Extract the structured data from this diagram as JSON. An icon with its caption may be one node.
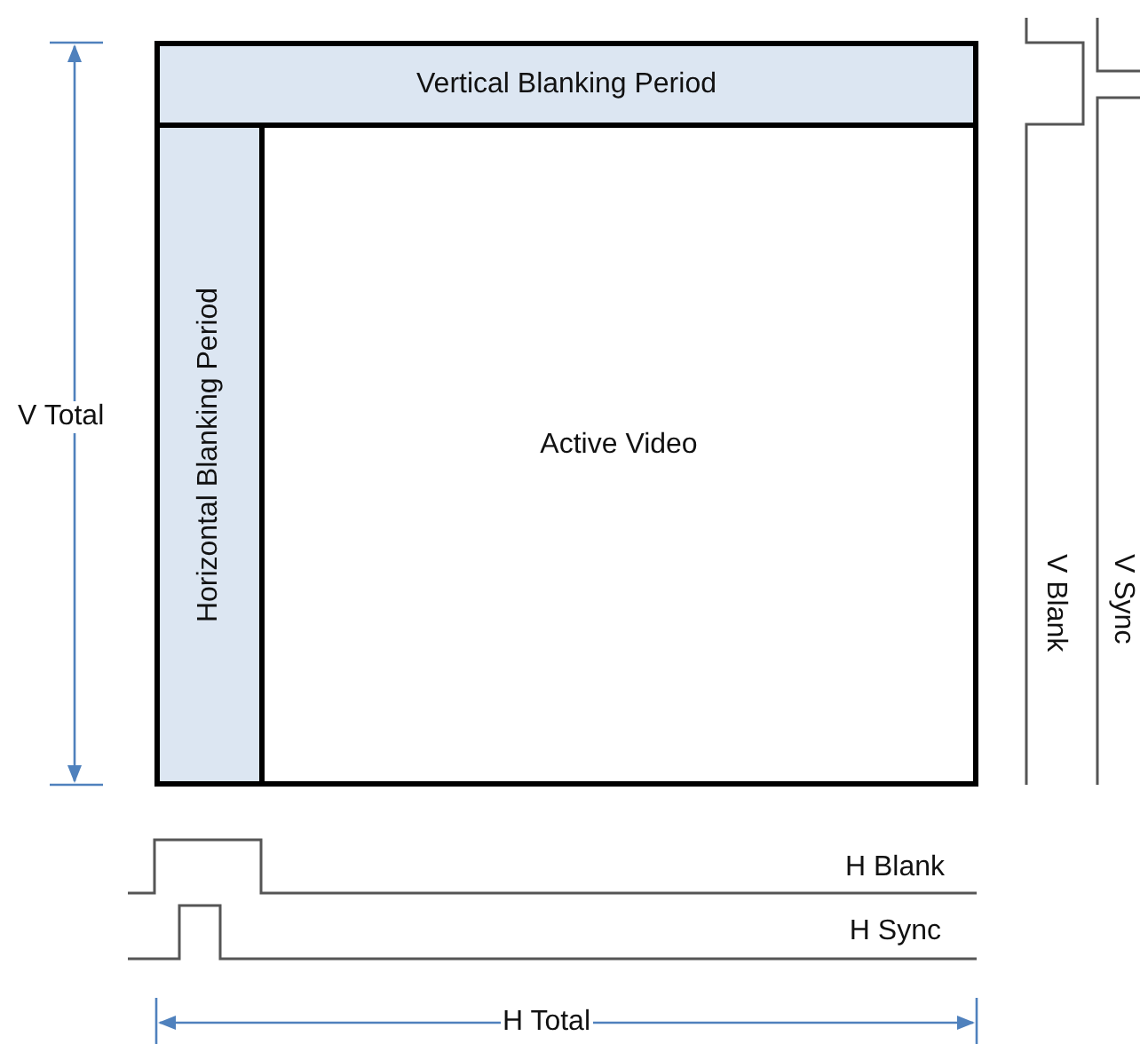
{
  "diagram": {
    "nodes": [
      {
        "text": [
          "Vertical Blanking Period"
        ]
      },
      {
        "text": [
          "Horizontal Blanking Period"
        ]
      },
      {
        "text": [
          "Active Video"
        ]
      }
    ],
    "labels": [
      "V Total",
      "V Blank",
      "V Sync",
      "H Blank",
      "H Sync",
      "H Total"
    ]
  }
}
